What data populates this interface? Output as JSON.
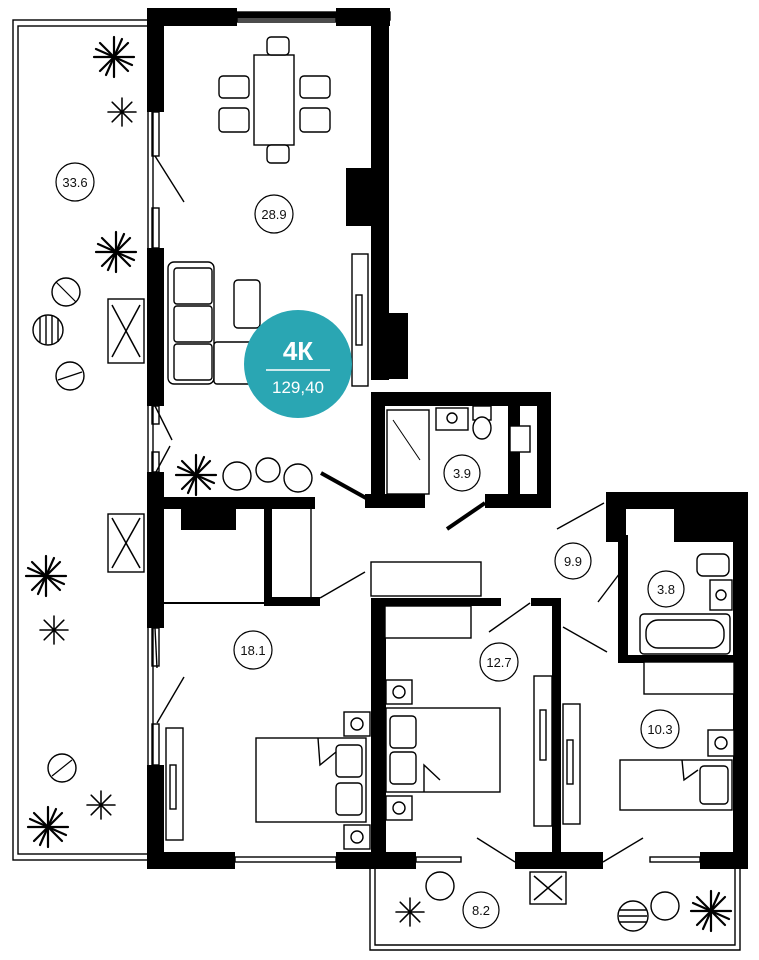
{
  "apartment": {
    "type": "4К",
    "total_area": "129,40",
    "accent_color": "#2aa6b3"
  },
  "rooms": [
    {
      "id": "terrace-left",
      "area": "33.6"
    },
    {
      "id": "living-dining",
      "area": "28.9"
    },
    {
      "id": "bathroom-1",
      "area": "3.9"
    },
    {
      "id": "hall",
      "area": "9.9"
    },
    {
      "id": "bathroom-2",
      "area": "3.8"
    },
    {
      "id": "bedroom-1",
      "area": "18.1"
    },
    {
      "id": "bedroom-2",
      "area": "12.7"
    },
    {
      "id": "bedroom-3",
      "area": "10.3"
    },
    {
      "id": "balcony",
      "area": "8.2"
    }
  ]
}
